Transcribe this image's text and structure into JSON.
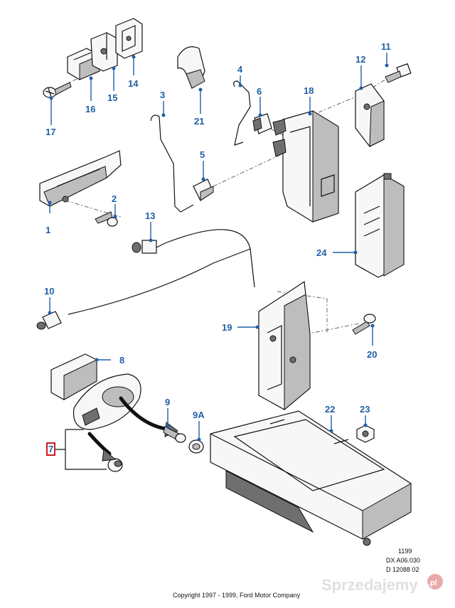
{
  "callouts": [
    {
      "id": "c1",
      "label": "1"
    },
    {
      "id": "c2",
      "label": "2"
    },
    {
      "id": "c3",
      "label": "3"
    },
    {
      "id": "c4",
      "label": "4"
    },
    {
      "id": "c5",
      "label": "5"
    },
    {
      "id": "c6",
      "label": "6"
    },
    {
      "id": "c7",
      "label": "7"
    },
    {
      "id": "c8",
      "label": "8"
    },
    {
      "id": "c9",
      "label": "9"
    },
    {
      "id": "c9a",
      "label": "9A"
    },
    {
      "id": "c10",
      "label": "10"
    },
    {
      "id": "c11",
      "label": "11"
    },
    {
      "id": "c12",
      "label": "12"
    },
    {
      "id": "c13",
      "label": "13"
    },
    {
      "id": "c14",
      "label": "14"
    },
    {
      "id": "c15",
      "label": "15"
    },
    {
      "id": "c16",
      "label": "16"
    },
    {
      "id": "c17",
      "label": "17"
    },
    {
      "id": "c18",
      "label": "18"
    },
    {
      "id": "c19",
      "label": "19"
    },
    {
      "id": "c20",
      "label": "20"
    },
    {
      "id": "c21",
      "label": "21"
    },
    {
      "id": "c22",
      "label": "22"
    },
    {
      "id": "c23",
      "label": "23"
    },
    {
      "id": "c24",
      "label": "24"
    }
  ],
  "reference": {
    "line1": "1199",
    "line2": "DX A06.030",
    "line3": "D 12088 02"
  },
  "copyright": "Copyright 1997 - 1999, Ford Motor Company",
  "watermark": {
    "text": "Sprzedajemy",
    "badge": ".pl"
  },
  "colors": {
    "callout": "#1f5fa8",
    "highlight": "#cc0000",
    "line": "#111111"
  }
}
